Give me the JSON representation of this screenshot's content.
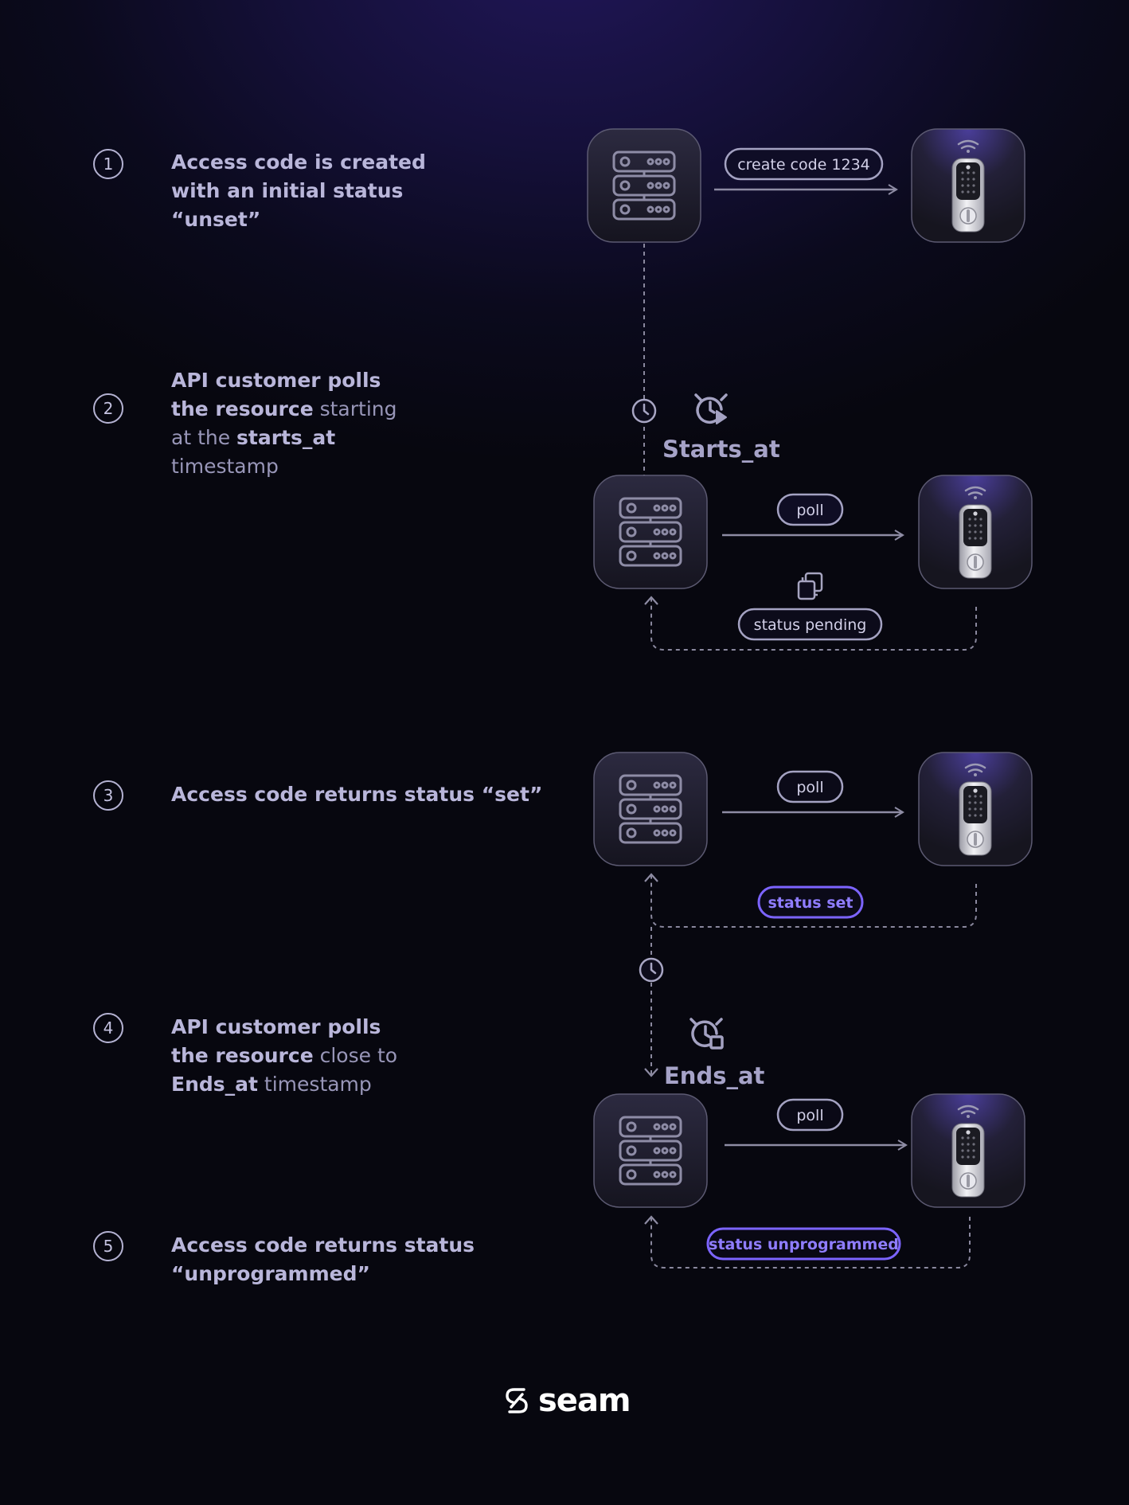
{
  "steps": [
    {
      "number": "1",
      "parts": [
        {
          "text": "Access code is created",
          "bold": true
        },
        {
          "br": true
        },
        {
          "text": "with an initial status",
          "bold": true
        },
        {
          "br": true
        },
        {
          "text": "“unset”",
          "bold": true
        }
      ]
    },
    {
      "number": "2",
      "parts": [
        {
          "text": "API customer polls",
          "bold": true
        },
        {
          "br": true
        },
        {
          "text": "the resource",
          "bold": true
        },
        {
          "text": " starting",
          "bold": false
        },
        {
          "br": true
        },
        {
          "text": "at the ",
          "bold": false
        },
        {
          "text": "starts_at",
          "bold": true
        },
        {
          "br": true
        },
        {
          "text": "timestamp",
          "bold": false
        }
      ]
    },
    {
      "number": "3",
      "parts": [
        {
          "text": "Access code returns status “set”",
          "bold": true
        }
      ]
    },
    {
      "number": "4",
      "parts": [
        {
          "text": "API customer polls",
          "bold": true
        },
        {
          "br": true
        },
        {
          "text": "the resource",
          "bold": true
        },
        {
          "text": " close to",
          "bold": false
        },
        {
          "br": true
        },
        {
          "text": "Ends_at",
          "bold": true
        },
        {
          "text": " timestamp",
          "bold": false
        }
      ]
    },
    {
      "number": "5",
      "parts": [
        {
          "text": "Access code returns status",
          "bold": true
        },
        {
          "br": true
        },
        {
          "text": "“unprogrammed”",
          "bold": true
        }
      ]
    }
  ],
  "diagram": {
    "request_pill": "create code 1234",
    "poll_label": "poll",
    "starts_at_label": "Starts_at",
    "ends_at_label": "Ends_at",
    "status_pending": "status pending",
    "status_set": "status set",
    "status_unprogrammed": "status unprogrammed",
    "icons": [
      "server-icon",
      "smart-lock-icon",
      "clock-icon",
      "alarm-clock-play-icon",
      "alarm-clock-stop-icon",
      "copy-stack-icon"
    ]
  },
  "colors": {
    "accent": "#7c64ff",
    "pill_border": "#9a98b4",
    "line": "#8a889e"
  },
  "brand": {
    "name": "seam"
  }
}
